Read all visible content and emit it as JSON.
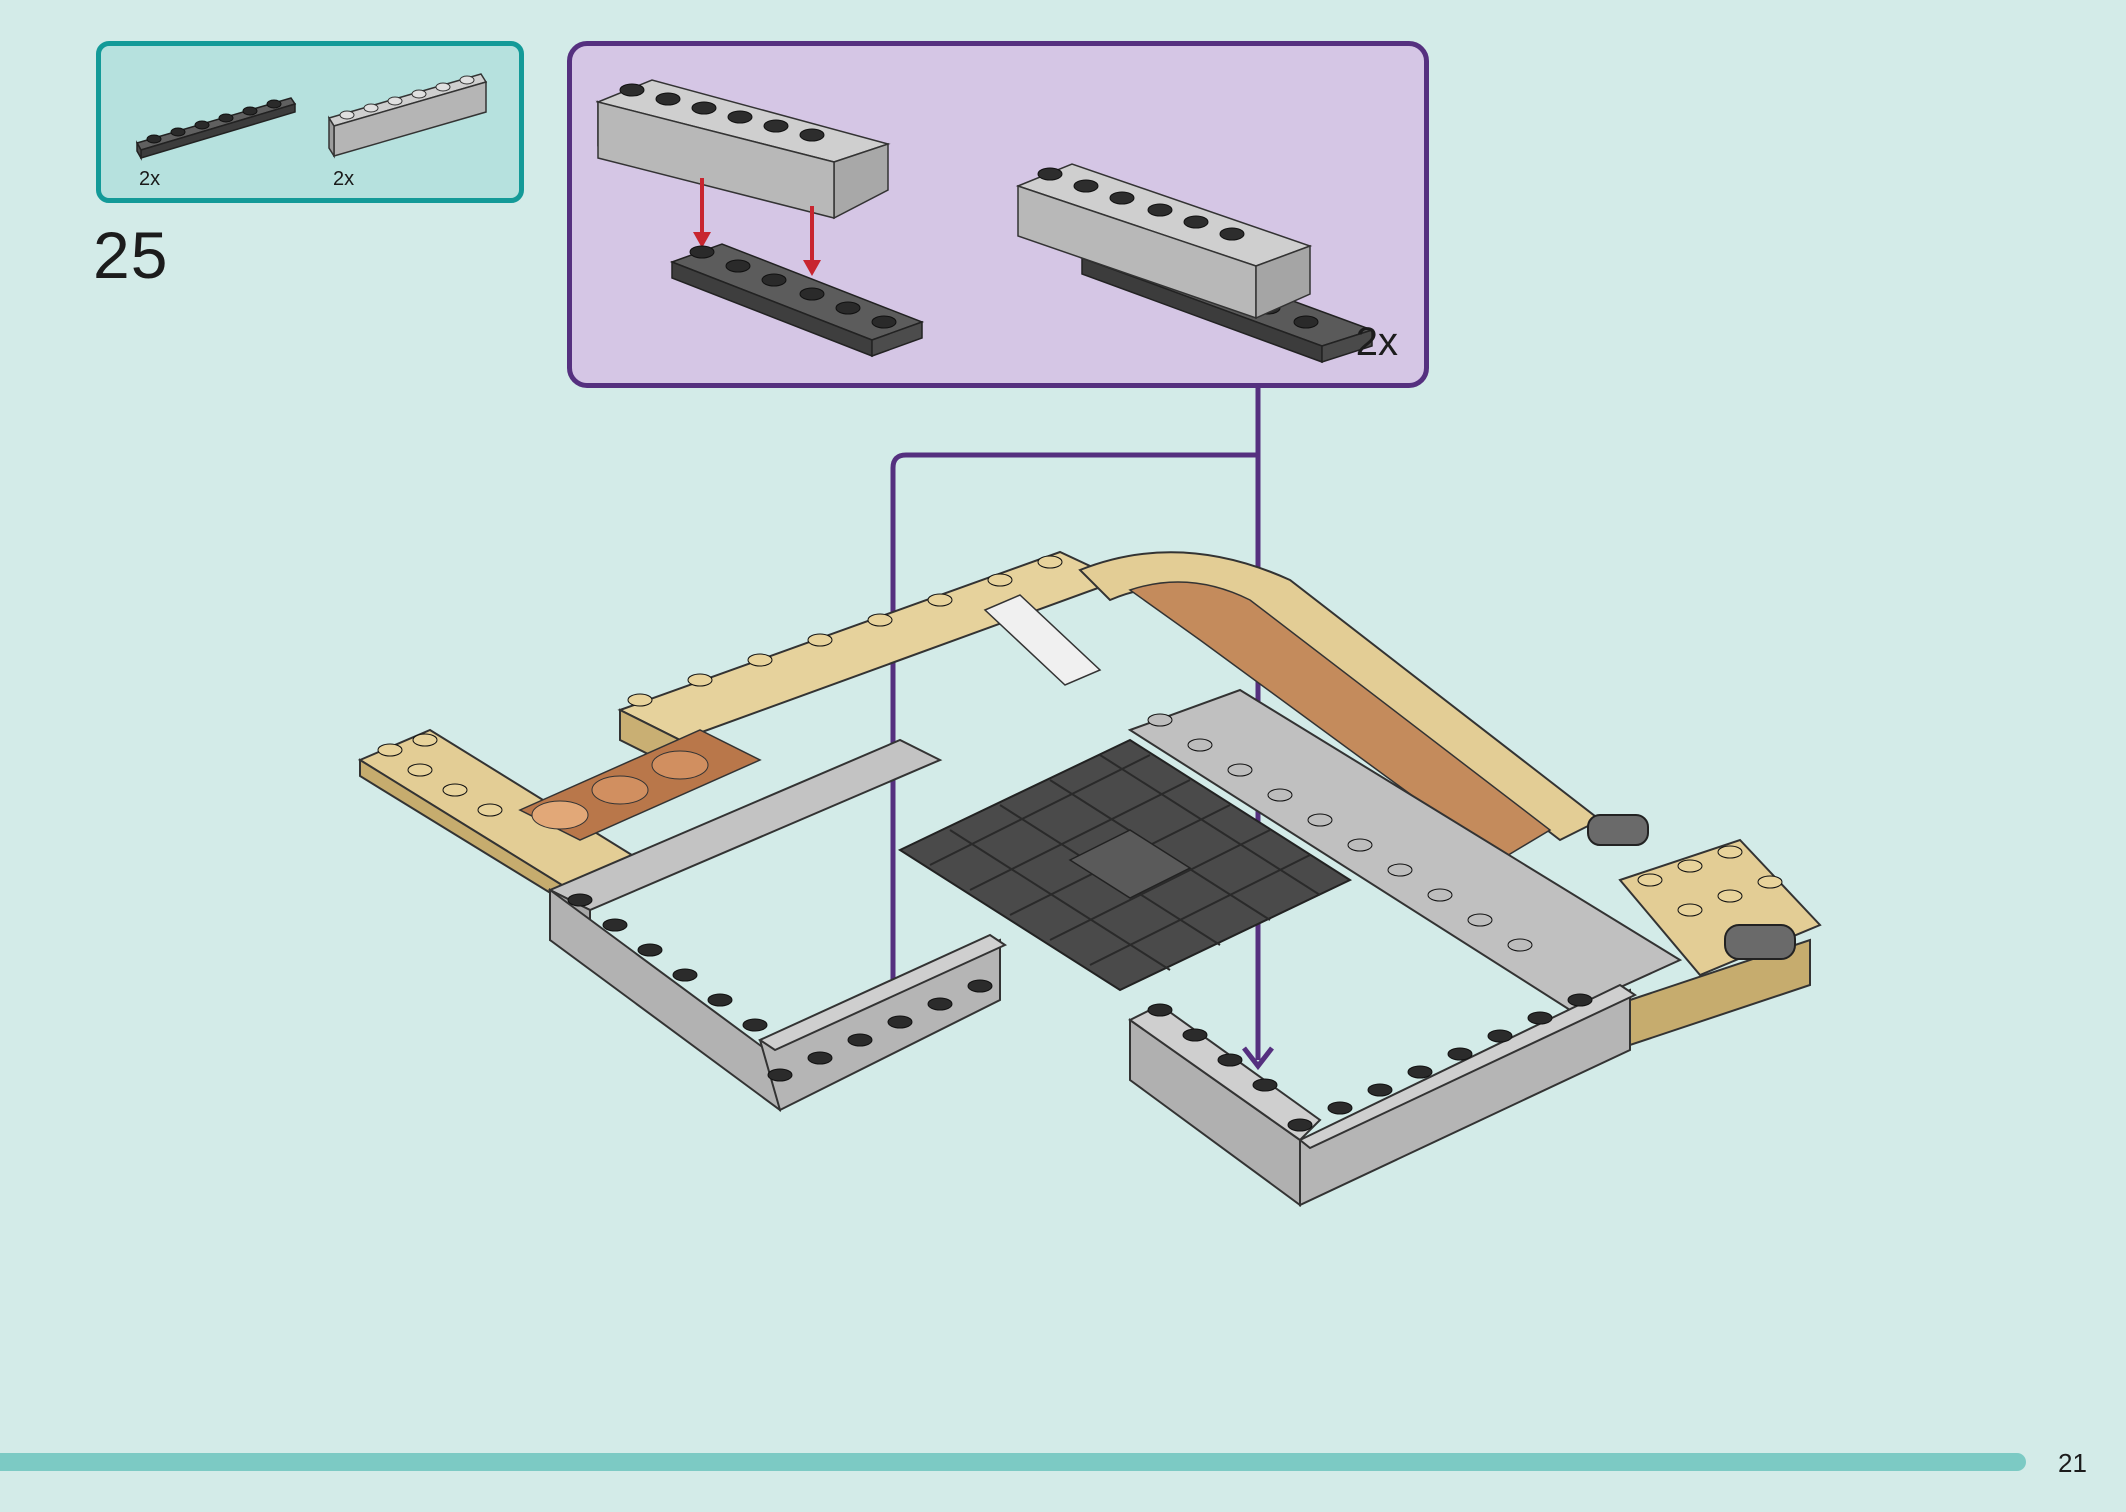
{
  "step": {
    "number": "25"
  },
  "parts_list": {
    "items": [
      {
        "part": "dark-gray-plate-1x6",
        "quantity": "2x"
      },
      {
        "part": "light-gray-brick-1x6",
        "quantity": "2x"
      }
    ]
  },
  "sub_assembly": {
    "quantity": "2x"
  },
  "footer": {
    "page_number": "21"
  },
  "colors": {
    "background": "#d3ebe8",
    "parts_box_fill": "#b6e1de",
    "parts_box_border": "#139a98",
    "sub_box_fill": "#d5c6e5",
    "sub_box_border": "#55307f",
    "arrow_red": "#c8252f",
    "footer_bar": "#7ccac4"
  }
}
